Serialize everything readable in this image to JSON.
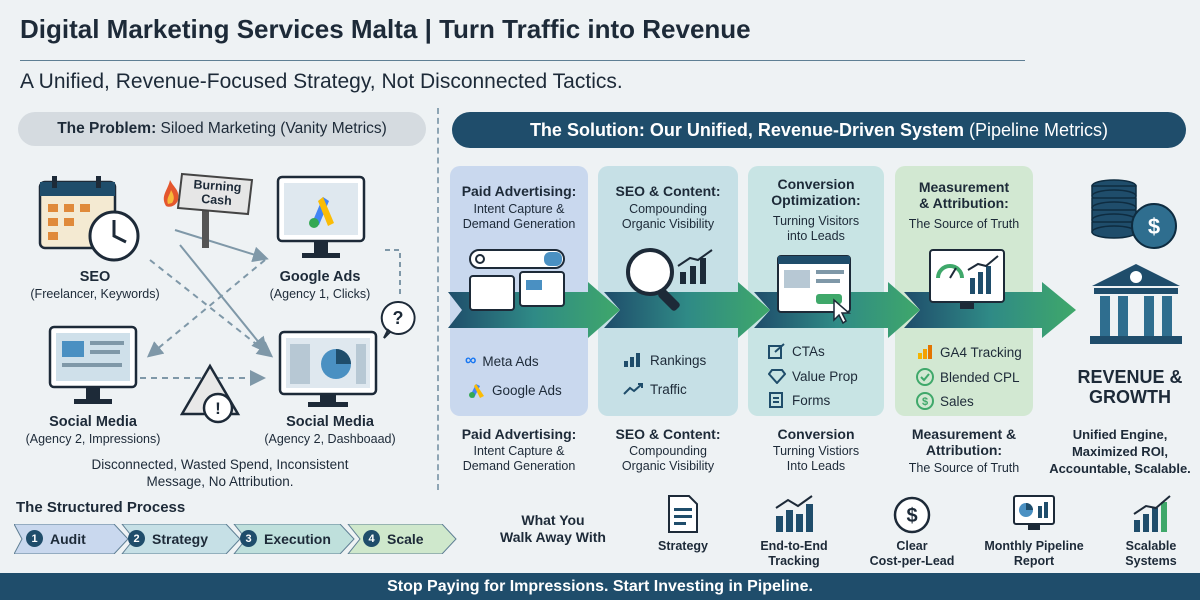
{
  "header": {
    "title": "Digital Marketing Services Malta | Turn Traffic into Revenue",
    "subtitle": "A Unified, Revenue-Focused Strategy, Not Disconnected Tactics."
  },
  "problem": {
    "heading_bold": "The Problem:",
    "heading_rest": " Siloed Marketing (Vanity Metrics)",
    "sign_text": [
      "Burning",
      "Cash"
    ],
    "nodes": [
      {
        "title": "SEO",
        "sub": "(Freelancer, Keywords)"
      },
      {
        "title": "Google Ads",
        "sub": "(Agency 1, Clicks)"
      },
      {
        "title": "Social Media",
        "sub": "(Agency 2, Impressions)"
      },
      {
        "title": "Social Media",
        "sub": "(Agency 2, Dashboaad)"
      }
    ],
    "caption": [
      "Disconnected, Wasted Spend, Inconsistent",
      "Message, No Attribution."
    ]
  },
  "solution": {
    "heading_bold": "The Solution: Our Unified, Revenue-Driven System",
    "heading_rest": " (Pipeline Metrics)",
    "columns": [
      {
        "title": [
          "Paid Advertising:"
        ],
        "desc": [
          "Intent Capture &",
          "Demand Generation"
        ],
        "items": [
          "Meta Ads",
          "Google Ads"
        ],
        "bottom_title": [
          "Paid Advertising:"
        ],
        "bottom_desc": [
          "Intent Capture &",
          "Demand Generation"
        ],
        "color": "#c9d8ee"
      },
      {
        "title": [
          "SEO & Content:"
        ],
        "desc": [
          "Compounding",
          "Organic Visibility"
        ],
        "items": [
          "Rankings",
          "Traffic"
        ],
        "bottom_title": [
          "SEO & Content:"
        ],
        "bottom_desc": [
          "Compounding",
          "Organic Visibility"
        ],
        "color": "#c6e0e6"
      },
      {
        "title": [
          "Conversion",
          "Optimization:"
        ],
        "desc": [
          "Turning Visitors",
          "into Leads"
        ],
        "items": [
          "CTAs",
          "Value Prop",
          "Forms"
        ],
        "bottom_title": [
          "Conversion"
        ],
        "bottom_desc": [
          "Turning Vistiors",
          "Into Leads"
        ],
        "color": "#c8e4e4"
      },
      {
        "title": [
          "Measurement",
          "& Attribution:"
        ],
        "desc": [
          "The Source of Truth"
        ],
        "items": [
          "GA4 Tracking",
          "Blended CPL",
          "Sales"
        ],
        "bottom_title": [
          "Measurement &",
          "Attribution:"
        ],
        "bottom_desc": [
          "The Source of Truth"
        ],
        "color": "#d2e8d2"
      }
    ],
    "outcome": {
      "title": [
        "REVENUE &",
        "GROWTH"
      ],
      "desc": [
        "Unified Engine,",
        "Maximized ROI,",
        "Accountable, Scalable."
      ]
    }
  },
  "process": {
    "title": "The Structured Process",
    "steps": [
      {
        "n": "1",
        "label": "Audit"
      },
      {
        "n": "2",
        "label": "Strategy"
      },
      {
        "n": "3",
        "label": "Execution"
      },
      {
        "n": "4",
        "label": "Scale"
      }
    ]
  },
  "walkaway": {
    "title": [
      "What You",
      "Walk Away With"
    ],
    "items": [
      {
        "label": [
          "Strategy"
        ],
        "icon": "document-icon"
      },
      {
        "label": [
          "End-to-End",
          "Tracking"
        ],
        "icon": "chart-icon"
      },
      {
        "label": [
          "Clear",
          "Cost-per-Lead"
        ],
        "icon": "dollar-icon"
      },
      {
        "label": [
          "Monthly Pipeline",
          "Report"
        ],
        "icon": "monitor-icon"
      },
      {
        "label": [
          "Scalable",
          "Systems"
        ],
        "icon": "growth-icon"
      }
    ]
  },
  "footer": "Stop Paying for Impressions. Start Investing in Pipeline.",
  "colors": {
    "navy": "#1f4d6b",
    "teal": "#2f8a86",
    "green": "#3fa86a",
    "footer": "#1f4d6b"
  }
}
